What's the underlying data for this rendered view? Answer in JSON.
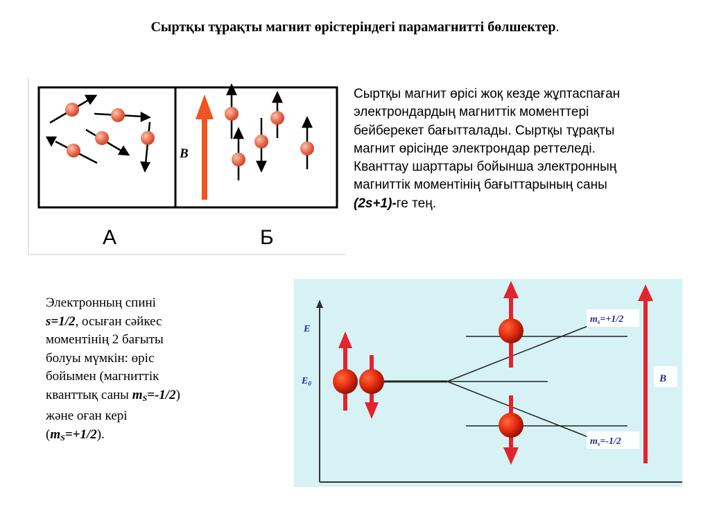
{
  "title": {
    "text": "Сыртқы тұрақты магнит өрістеріндегі парамагнитті бөлшектер",
    "end": "."
  },
  "panel_top": {
    "label_a": "А",
    "label_b": "Б",
    "field_label": "B"
  },
  "right_text": {
    "line1": "Сыртқы магнит өрісі жоқ кезде жұптаспаған",
    "line2": "электрондардың магниттік моменттері",
    "line3": "бейберекет бағытталады. Сыртқы тұрақты",
    "line4": "магнит өрісінде электрондар реттеледі.",
    "line5": "Кванттау шарттары бойынша электронның",
    "line6": "магниттік моментінің бағыттарының саны",
    "formula": "(2s+1)-",
    "tail": "ге тең."
  },
  "left_text": {
    "line1": "Электронның спині",
    "spin": "s=1/2",
    "line2_rest": ", осыған сәйкес",
    "line3": "моментінің 2 бағыты",
    "line4": "болуы мүмкін: өріс",
    "line5": "бойымен (магниттік",
    "line6_start": "кванттық саны ",
    "m1_base": "m",
    "m1_sub": "S",
    "m1_val": "=-1/2",
    "line6_end": ")",
    "line7": "және оған кері",
    "open_paren": "(",
    "m2_base": "m",
    "m2_sub": "S",
    "m2_val": "=+1/2",
    "close": ")."
  },
  "energy_diagram": {
    "axis_label": "E",
    "e0_base": "E",
    "e0_sub": "0",
    "upper_base": "m",
    "upper_sub": "s",
    "upper_val": "=+1/2",
    "lower_base": "m",
    "lower_sub": "s",
    "lower_val": "=-1/2",
    "field_label": "B"
  },
  "colors": {
    "particle": "#e4542e",
    "arrow_red": "#e3232d",
    "field_arrow": "#ee5522",
    "panel_bg": "#d6f2f5"
  }
}
